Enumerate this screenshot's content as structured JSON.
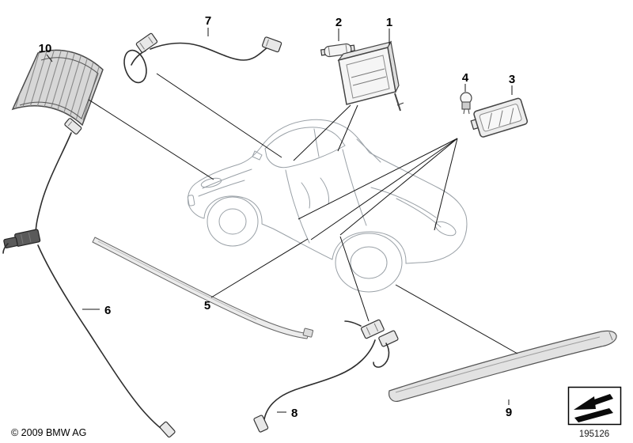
{
  "diagram": {
    "parts": [
      {
        "label": "1"
      },
      {
        "label": "2"
      },
      {
        "label": "3"
      },
      {
        "label": "4"
      },
      {
        "label": "5"
      },
      {
        "label": "6"
      },
      {
        "label": "7"
      },
      {
        "label": "8"
      },
      {
        "label": "9"
      },
      {
        "label": "10"
      }
    ]
  },
  "footer": {
    "copyright": "© 2009 BMW AG",
    "diagram_number": "195126",
    "logo_icon": "bmw-parts-arrow-logo"
  }
}
